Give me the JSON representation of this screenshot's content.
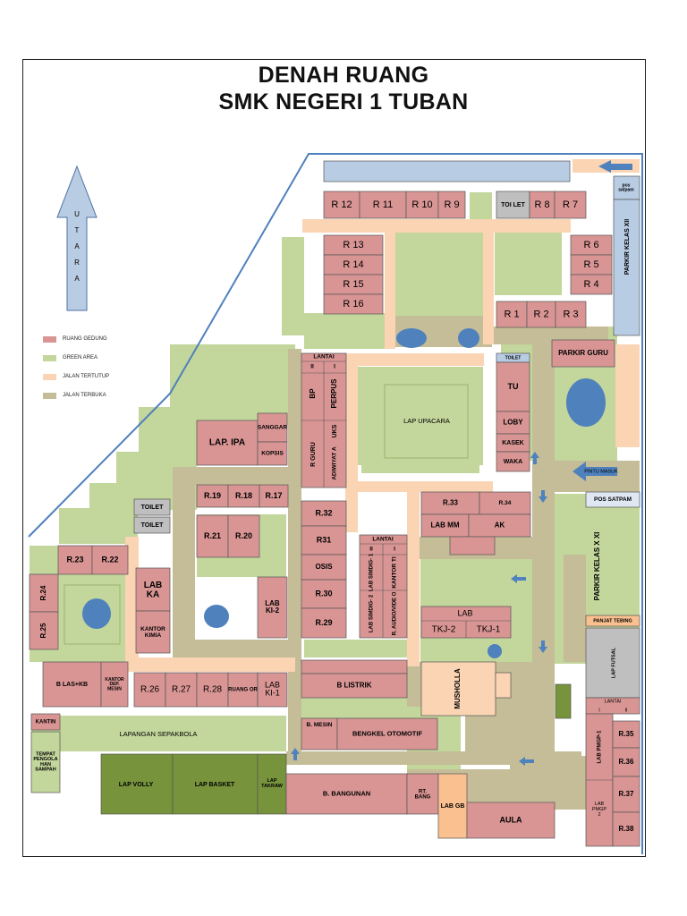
{
  "title_line1": "DENAH RUANG",
  "title_line2": "SMK NEGERI 1 TUBAN",
  "north": {
    "letters": [
      "U",
      "T",
      "A",
      "R",
      "A"
    ]
  },
  "colors": {
    "building": "#d99594",
    "green": "#c3d69b",
    "closed_road": "#fbd4b4",
    "open_road": "#c4bd97",
    "dark_green": "#77933c",
    "blue_bldg": "#b8cce4",
    "pond": "#4f81bd",
    "border_line": "#4f81bd",
    "gray": "#bfbfbf",
    "orange": "#fac090"
  },
  "legend": [
    {
      "label": "RUANG GEDUNG",
      "color": "#d99594"
    },
    {
      "label": "GREEN AREA",
      "color": "#c3d69b"
    },
    {
      "label": "JALAN TERTUTUP",
      "color": "#fbd4b4"
    },
    {
      "label": "JALAN TERBUKA",
      "color": "#c4bd97"
    }
  ],
  "labels": {
    "r12": "R 12",
    "r11": "R 11",
    "r10": "R 10",
    "r9": "R 9",
    "toilet_top": "TOI LET",
    "r8": "R 8",
    "r7": "R 7",
    "pos_satpam_top": "pos satpam",
    "parkir_xii": "PARKIR KELAS XII",
    "r13": "R 13",
    "r14": "R 14",
    "r15": "R 15",
    "r16": "R 16",
    "r6": "R 6",
    "r5": "R 5",
    "r4": "R 4",
    "r1": "R 1",
    "r2": "R 2",
    "r3": "R 3",
    "parkir_guru": "PARKIR GURU",
    "lantai_top": "LANTAI",
    "lantai_top_ii": "II",
    "lantai_top_i": "I",
    "bp": "BP",
    "perpus": "PERPUS",
    "uks": "UKS",
    "r_guru": "R GURU",
    "adiwiyata": "ADIWIYAT A",
    "lap_upacara": "LAP UPACARA",
    "toilet_tu": "TOILET",
    "tu": "TU",
    "loby": "LOBY",
    "kasek": "KASEK",
    "waka": "WAKA",
    "pintu_masuk": "PINTU MASUK",
    "lap_ipa": "LAP. IPA",
    "sanggar": "SANGGAR",
    "kopsis": "KOPSIS",
    "r19": "R.19",
    "r18": "R.18",
    "r17": "R.17",
    "toilet_a": "TOILET",
    "toilet_b": "TOILET",
    "r21": "R.21",
    "r20": "R.20",
    "r32": "R.32",
    "r31": "R31",
    "osis": "OSIS",
    "r30": "R.30",
    "r29": "R.29",
    "r33": "R.33",
    "r34": "R.34",
    "lab_mm": "LAB MM",
    "ak": "AK",
    "pos_satpam_right": "POS SATPAM",
    "lantai_mid": "LANTAI",
    "lantai_mid_ii": "II",
    "lantai_mid_i": "I",
    "lab_simdig_1": "LAB SIMDIG- 1",
    "kantor_tl": "KANTOR TI",
    "lab_simdig_2": "LAB SIMDIG- 2",
    "r_audio": "R. AUDIO/VIDE O",
    "parkir_xi": "PARKIR KELAS X XI",
    "r23": "R.23",
    "r22": "R.22",
    "r24": "R.24",
    "r25": "R.25",
    "lab_ka": "LAB KA",
    "kantor_kimia": "KANTOR KIMIA",
    "lab_ki2": "LAB KI-2",
    "lab_tkj": "LAB",
    "tkj2": "TKJ-2",
    "tkj1": "TKJ-1",
    "panjat_tebing": "PANJAT TEBING",
    "lap_futsal": "LAP FUTSAL",
    "musholla": "MUSHOLLA",
    "b_las_kb": "B LAS+KB",
    "kantor_dep_mesin": "KANTOR DEP. MESIN",
    "r26": "R.26",
    "r27": "R.27",
    "r28": "R.28",
    "ruang_or": "RUANG OR",
    "lab_ki1": "LAB KI-1",
    "b_listrik": "B LISTRIK",
    "lantai_right": "LANTAI",
    "lantai_right_i": "I",
    "lantai_right_ii": "II",
    "kantin": "KANTIN",
    "lapangan_sepakbola": "LAPANGAN SEPAKBOLA",
    "b_mesin": "B. MESIN",
    "bengkel_otomotif": "BENGKEL OTOMOTIF",
    "lab_pmgp1": "LAB PMGP-1",
    "lab_pmgp2": "LAB PMGP 2",
    "r35": "R.35",
    "r36": "R.36",
    "r37": "R.37",
    "r38": "R.38",
    "tempat_pengola": "TEMPAT PENGOLA HAN SAMPAH",
    "lap_volly": "LAP VOLLY",
    "lap_basket": "LAP BASKET",
    "lap_takraw": "LAP TAKRAW",
    "b_bangunan": "B. BANGUNAN",
    "rt_bang": "RT. BANG",
    "lab_gb": "LAB GB",
    "aula": "AULA"
  }
}
